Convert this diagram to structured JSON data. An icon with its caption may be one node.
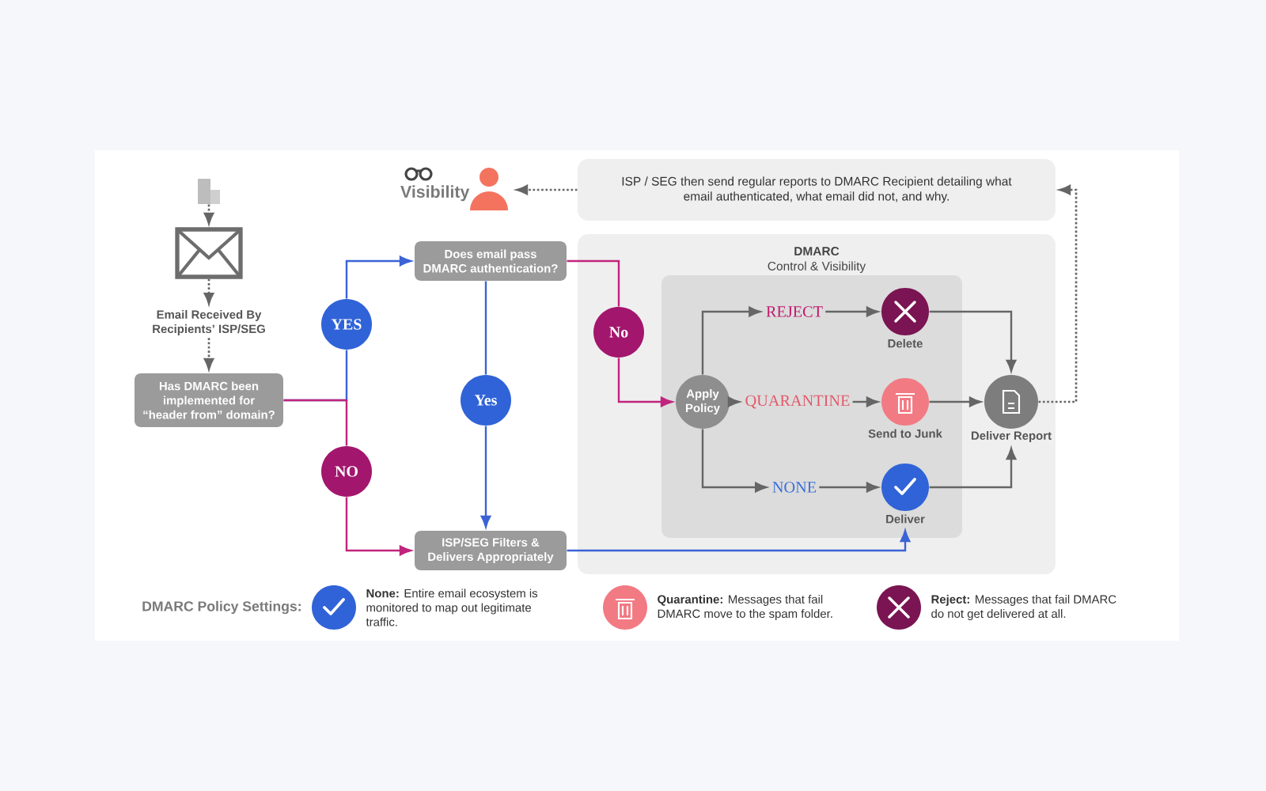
{
  "diagram": {
    "nodes": [
      {
        "text": [],
        "shape": "building"
      },
      {
        "text": [],
        "shape": "envelope"
      },
      {
        "text": [
          "Email Received By Recipients’ ISP/SEG"
        ]
      },
      {
        "text": [
          "Has DMARC been implemented for “header from” domain?"
        ]
      },
      {
        "text": [
          "Does email pass DMARC authentication?"
        ]
      },
      {
        "text": [
          "YES"
        ]
      },
      {
        "text": [
          "NO"
        ]
      },
      {
        "text": [
          "Yes"
        ]
      },
      {
        "text": [
          "ISP/SEG Filters & Delivers Appropriately"
        ]
      },
      {
        "text": [
          "No"
        ],
        "in": 12
      },
      {
        "text": [
          "Visibility"
        ]
      },
      {
        "text": [
          "ISP / SEG then send regular reports to DMARC Recipient detailing what email authenticated, what email did not, and why."
        ]
      },
      {
        "text": [
          "DMARC",
          "Control & Visibility"
        ]
      },
      {
        "text": [],
        "shape": "box",
        "in": 12
      },
      {
        "text": [
          "Apply Policy"
        ],
        "in": 13
      },
      {
        "text": [
          "REJECT"
        ],
        "in": 13
      },
      {
        "text": [
          "QUARANTINE"
        ],
        "in": 13
      },
      {
        "text": [
          "NONE"
        ],
        "in": 13
      },
      {
        "text": [],
        "shape": "circle",
        "beside": [
          "Delete"
        ],
        "in": 13
      },
      {
        "text": [],
        "shape": "circle",
        "beside": [
          "Send to Junk"
        ],
        "in": 13
      },
      {
        "text": [],
        "shape": "circle",
        "beside": [
          "Deliver"
        ],
        "in": 13
      },
      {
        "text": [],
        "shape": "circle",
        "beside": [
          "Deliver Report"
        ],
        "in": 12
      }
    ],
    "edges": [
      {
        "from": 0,
        "to": 1,
        "arrow": "to",
        "style": "dashed"
      },
      {
        "from": 1,
        "to": 2,
        "arrow": "to",
        "style": "dashed"
      },
      {
        "from": 2,
        "to": 3,
        "arrow": "to",
        "style": "dashed"
      },
      {
        "from": 3,
        "to": 5,
        "arrow": "none",
        "color": "#3b63d6"
      },
      {
        "from": 5,
        "to": 4,
        "arrow": "to",
        "color": "#3b63d6"
      },
      {
        "from": 3,
        "to": 6,
        "arrow": "none",
        "color": "#c0247c"
      },
      {
        "from": 6,
        "to": 8,
        "arrow": "to",
        "color": "#c0247c"
      },
      {
        "from": 4,
        "to": 7,
        "arrow": "none",
        "color": "#3b63d6"
      },
      {
        "from": 7,
        "to": 8,
        "arrow": "to",
        "color": "#3b63d6"
      },
      {
        "from": 4,
        "to": 9,
        "arrow": "none",
        "color": "#c0247c"
      },
      {
        "from": 9,
        "to": 14,
        "arrow": "to",
        "color": "#c0247c"
      },
      {
        "from": 14,
        "to": 15,
        "arrow": "to"
      },
      {
        "from": 15,
        "to": 18,
        "arrow": "to"
      },
      {
        "from": 14,
        "to": 16,
        "arrow": "to"
      },
      {
        "from": 16,
        "to": 19,
        "arrow": "to"
      },
      {
        "from": 14,
        "to": 17,
        "arrow": "to"
      },
      {
        "from": 17,
        "to": 20,
        "arrow": "to"
      },
      {
        "from": 18,
        "to": 21,
        "arrow": "to"
      },
      {
        "from": 19,
        "to": 21,
        "arrow": "to"
      },
      {
        "from": 20,
        "to": 21,
        "arrow": "to"
      },
      {
        "from": 8,
        "to": 20,
        "arrow": "to",
        "color": "#3b63d6"
      },
      {
        "from": 21,
        "to": 11,
        "arrow": "to",
        "style": "dashed"
      },
      {
        "from": 11,
        "to": 10,
        "arrow": "to",
        "style": "dashed"
      }
    ],
    "labels": [
      "DMARC Policy Settings:"
    ],
    "legend": [
      {
        "text": "**None:** Entire email ecosystem is monitored to map out legitimate traffic."
      },
      {
        "text": "**Quarantine:** Messages that fail DMARC move to the spam folder."
      },
      {
        "text": "**Reject:** Messages that fail DMARC do not get delivered at all."
      }
    ]
  }
}
